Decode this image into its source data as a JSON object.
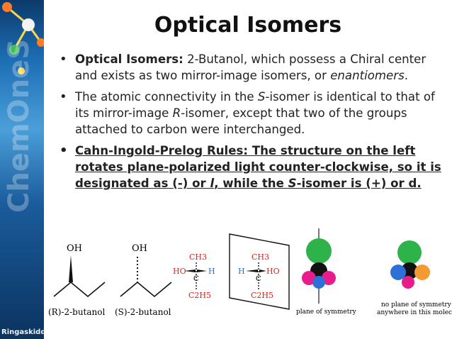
{
  "sidebar": {
    "site_text": "Ringaskiddy",
    "wordmark": "ChemOneS"
  },
  "slide": {
    "title": "Optical Isomers",
    "bullets": [
      {
        "lead": "Optical Isomers:",
        "text_a": " 2-Butanol, which possess a Chiral center and exists as two mirror-image isomers, or ",
        "ital": "enantiomers",
        "text_b": "."
      },
      {
        "pre": "The atomic connectivity in the ",
        "s": "S",
        "mid": "-isomer is identical to that of its mirror-image ",
        "r": "R",
        "post": "-isomer, except that two of the groups attached to carbon were interchanged."
      },
      {
        "u1": "Cahn-Ingold-Prelog Rules: The structure on the left rotates plane-polarized light counter-clockwise, so it is designated as (-) or ",
        "l": "l",
        "u2": ", while the ",
        "s": "S",
        "u3": "-isomer is (+) or d."
      }
    ]
  },
  "figures": {
    "r_label": "(R)-2-butanol",
    "s_label": "(S)-2-butanol",
    "oh": "OH",
    "ch3": "CH3",
    "c2h5": "C2H5",
    "ho": "HO",
    "h": "H",
    "c": "C",
    "plane_label": "plane of symmetry",
    "no_plane_label_1": "no plane of symmetry",
    "no_plane_label_2": "anywhere in this molecule",
    "colors": {
      "green": "#2eb34a",
      "magenta": "#e81c8c",
      "blue": "#2f6fd8",
      "orange": "#f39a33",
      "black": "#111111",
      "red_label": "#d9261c"
    }
  }
}
